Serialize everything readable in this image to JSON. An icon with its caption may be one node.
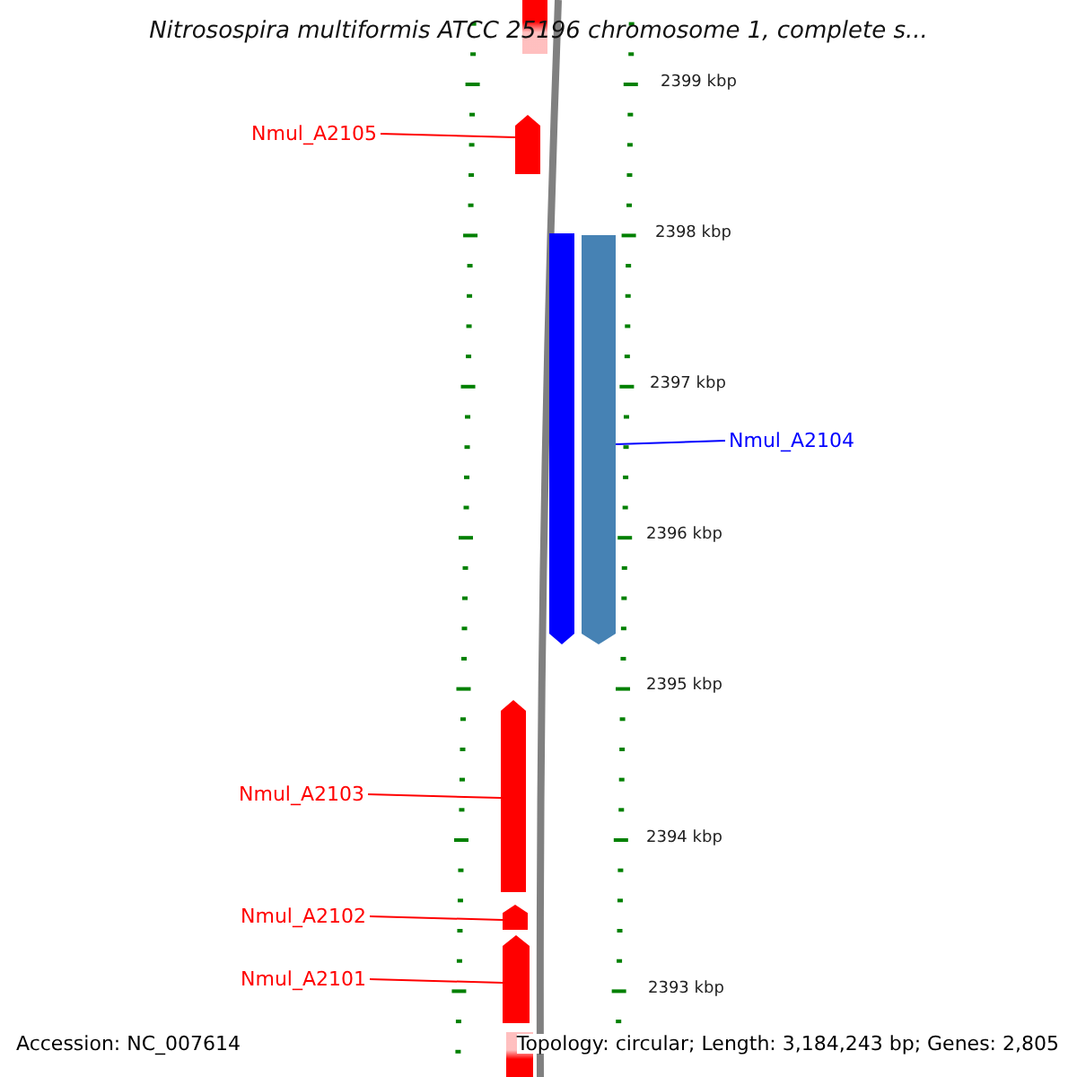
{
  "diagram": {
    "title": "Nitrosospira multiformis ATCC 25196 chromosome 1, complete s...",
    "nodes": [
      {
        "text": [],
        "shape": "bar"
      },
      {
        "text": [
          "Nmul_A2105"
        ]
      },
      {
        "text": [],
        "shape": "bar"
      },
      {
        "text": [],
        "shape": "bar"
      },
      {
        "text": [],
        "shape": "bar"
      },
      {
        "text": [
          "Nmul_A2104"
        ]
      },
      {
        "text": [
          "Nmul_A2103"
        ]
      },
      {
        "text": [],
        "shape": "bar"
      },
      {
        "text": [
          "Nmul_A2102"
        ]
      },
      {
        "text": [],
        "shape": "bar"
      },
      {
        "text": [
          "Nmul_A2101"
        ]
      },
      {
        "text": [],
        "shape": "bar"
      },
      {
        "text": [],
        "shape": "bar"
      }
    ],
    "edges": [
      {
        "from": 1,
        "to": 2,
        "arrow": "none"
      },
      {
        "from": 5,
        "to": 4,
        "arrow": "none",
        "color": "#0000ff"
      },
      {
        "from": 6,
        "to": 7,
        "arrow": "none"
      },
      {
        "from": 8,
        "to": 9,
        "arrow": "none"
      },
      {
        "from": 10,
        "to": 11,
        "arrow": "none"
      }
    ],
    "labels": [
      "2399 kbp",
      "2398 kbp",
      "2397 kbp",
      "2396 kbp",
      "2395 kbp",
      "2394 kbp",
      "2393 kbp",
      "Accession: NC_007614",
      "Topology: circular; Length: 3,184,243 bp; Genes: 2,805"
    ]
  }
}
